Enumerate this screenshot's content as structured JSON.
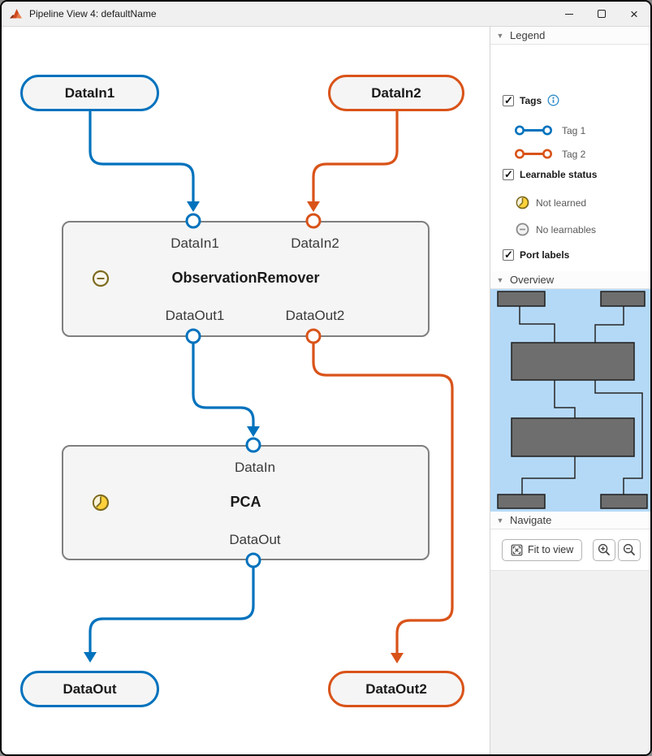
{
  "window": {
    "title": "Pipeline View 4: defaultName"
  },
  "canvas": {
    "io_nodes": [
      {
        "label": "DataIn1",
        "tag": "tag1"
      },
      {
        "label": "DataIn2",
        "tag": "tag2"
      },
      {
        "label": "DataOut",
        "tag": "tag1"
      },
      {
        "label": "DataOut2",
        "tag": "tag2"
      }
    ],
    "blocks": [
      {
        "title": "ObservationRemover",
        "status": "no-learnables",
        "top_ports": [
          "DataIn1",
          "DataIn2"
        ],
        "bottom_ports": [
          "DataOut1",
          "DataOut2"
        ]
      },
      {
        "title": "PCA",
        "status": "not-learned",
        "top_ports": [
          "DataIn"
        ],
        "bottom_ports": [
          "DataOut"
        ]
      }
    ]
  },
  "legend": {
    "header": "Legend",
    "sections": [
      {
        "label": "Tags",
        "checked": true,
        "has_info": true,
        "tags": [
          {
            "label": "Tag 1",
            "color": "#0072BD"
          },
          {
            "label": "Tag 2",
            "color": "#D95319"
          }
        ]
      },
      {
        "label": "Learnable status",
        "checked": true,
        "statuses": [
          {
            "label": "Not learned",
            "icon": "not-learned-icon"
          },
          {
            "label": "No learnables",
            "icon": "no-learnables-icon"
          }
        ]
      },
      {
        "label": "Port labels",
        "checked": true
      }
    ]
  },
  "overview": {
    "header": "Overview"
  },
  "navigate": {
    "header": "Navigate",
    "fit_button": "Fit to view"
  },
  "colors": {
    "blue": "#0072BD",
    "orange": "#D95319",
    "block_fill": "#f5f5f5",
    "block_border": "#7f7f7f",
    "canvas_bg": "#ffffff",
    "titlebar_bg": "#f0f0f0",
    "panel_filler_bg": "#f1f1f1",
    "minimap_bg": "#b4d9f7",
    "minimap_node": "#6e6e6e",
    "minimap_line": "#262626",
    "status_olive": "#7d6a1e",
    "status_yellow": "#ffd23c",
    "status_gray": "#8a8a8a",
    "info_blue": "#2e8bc9",
    "label_dark": "#1a1a1a",
    "label_gray": "#595959"
  }
}
